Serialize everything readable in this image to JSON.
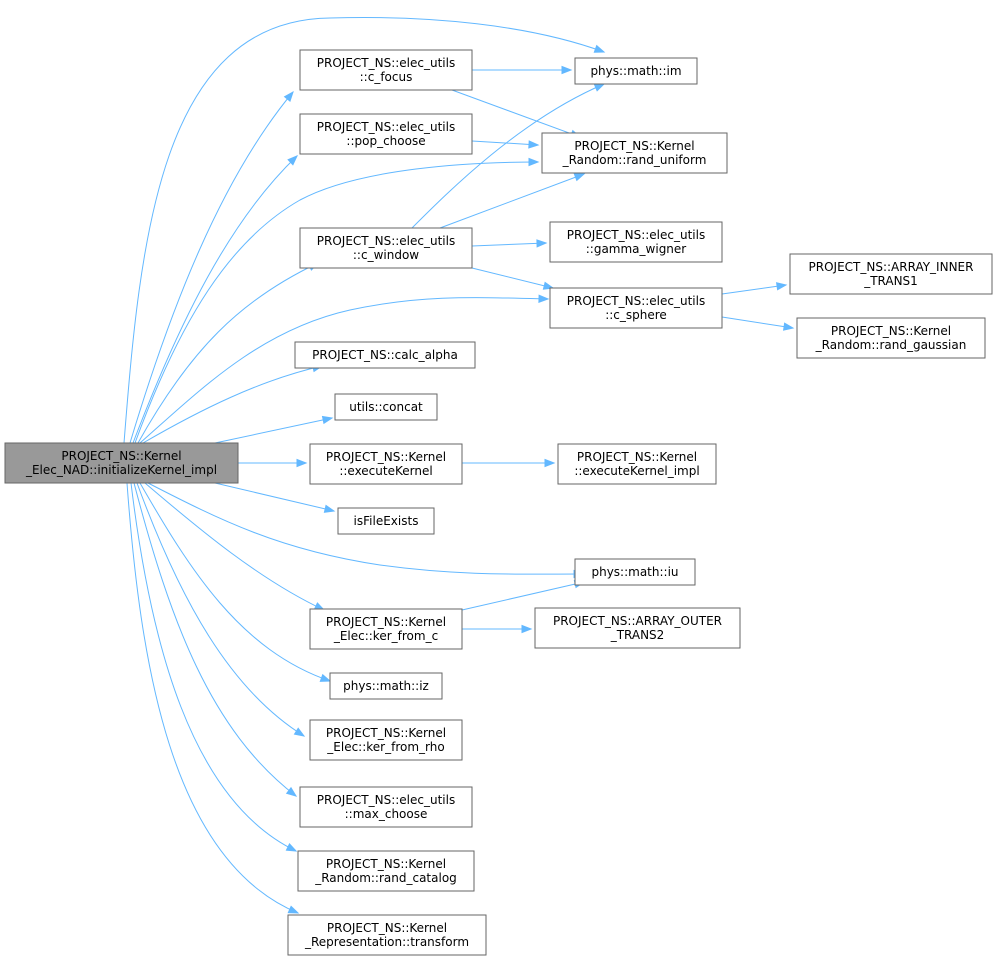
{
  "colors": {
    "edge": "#63b8ff",
    "node_border": "#666666",
    "root_fill": "#999999",
    "node_fill": "#ffffff"
  },
  "nodes": [
    {
      "id": "root",
      "lines": [
        "PROJECT_NS::Kernel",
        "_Elec_NAD::initializeKernel_impl"
      ],
      "root": true
    },
    {
      "id": "c_focus",
      "lines": [
        "PROJECT_NS::elec_utils",
        "::c_focus"
      ]
    },
    {
      "id": "pop_choose",
      "lines": [
        "PROJECT_NS::elec_utils",
        "::pop_choose"
      ]
    },
    {
      "id": "c_window",
      "lines": [
        "PROJECT_NS::elec_utils",
        "::c_window"
      ]
    },
    {
      "id": "calc_alpha",
      "lines": [
        "PROJECT_NS::calc_alpha"
      ]
    },
    {
      "id": "concat",
      "lines": [
        "utils::concat"
      ]
    },
    {
      "id": "executeKernel",
      "lines": [
        "PROJECT_NS::Kernel",
        "::executeKernel"
      ]
    },
    {
      "id": "isFileExists",
      "lines": [
        "isFileExists"
      ]
    },
    {
      "id": "ker_from_c",
      "lines": [
        "PROJECT_NS::Kernel",
        "_Elec::ker_from_c"
      ]
    },
    {
      "id": "iz",
      "lines": [
        "phys::math::iz"
      ]
    },
    {
      "id": "ker_from_rho",
      "lines": [
        "PROJECT_NS::Kernel",
        "_Elec::ker_from_rho"
      ]
    },
    {
      "id": "max_choose",
      "lines": [
        "PROJECT_NS::elec_utils",
        "::max_choose"
      ]
    },
    {
      "id": "rand_catalog",
      "lines": [
        "PROJECT_NS::Kernel",
        "_Random::rand_catalog"
      ]
    },
    {
      "id": "transform",
      "lines": [
        "PROJECT_NS::Kernel",
        "_Representation::transform"
      ]
    },
    {
      "id": "im",
      "lines": [
        "phys::math::im"
      ]
    },
    {
      "id": "rand_uniform",
      "lines": [
        "PROJECT_NS::Kernel",
        "_Random::rand_uniform"
      ]
    },
    {
      "id": "gamma_wigner",
      "lines": [
        "PROJECT_NS::elec_utils",
        "::gamma_wigner"
      ]
    },
    {
      "id": "c_sphere",
      "lines": [
        "PROJECT_NS::elec_utils",
        "::c_sphere"
      ]
    },
    {
      "id": "executeKernel_impl",
      "lines": [
        "PROJECT_NS::Kernel",
        "::executeKernel_impl"
      ]
    },
    {
      "id": "iu",
      "lines": [
        "phys::math::iu"
      ]
    },
    {
      "id": "array_outer",
      "lines": [
        "PROJECT_NS::ARRAY_OUTER",
        "_TRANS2"
      ]
    },
    {
      "id": "array_inner",
      "lines": [
        "PROJECT_NS::ARRAY_INNER",
        "_TRANS1"
      ]
    },
    {
      "id": "rand_gaussian",
      "lines": [
        "PROJECT_NS::Kernel",
        "_Random::rand_gaussian"
      ]
    }
  ],
  "edges": [
    [
      "root",
      "c_focus"
    ],
    [
      "root",
      "im"
    ],
    [
      "root",
      "pop_choose"
    ],
    [
      "root",
      "rand_uniform"
    ],
    [
      "root",
      "c_window"
    ],
    [
      "root",
      "c_sphere"
    ],
    [
      "root",
      "calc_alpha"
    ],
    [
      "root",
      "concat"
    ],
    [
      "root",
      "executeKernel"
    ],
    [
      "root",
      "isFileExists"
    ],
    [
      "root",
      "iu"
    ],
    [
      "root",
      "ker_from_c"
    ],
    [
      "root",
      "iz"
    ],
    [
      "root",
      "ker_from_rho"
    ],
    [
      "root",
      "max_choose"
    ],
    [
      "root",
      "rand_catalog"
    ],
    [
      "root",
      "transform"
    ],
    [
      "c_focus",
      "im"
    ],
    [
      "c_focus",
      "rand_uniform"
    ],
    [
      "pop_choose",
      "rand_uniform"
    ],
    [
      "c_window",
      "im"
    ],
    [
      "c_window",
      "rand_uniform"
    ],
    [
      "c_window",
      "gamma_wigner"
    ],
    [
      "c_window",
      "c_sphere"
    ],
    [
      "c_sphere",
      "array_inner"
    ],
    [
      "c_sphere",
      "rand_gaussian"
    ],
    [
      "executeKernel",
      "executeKernel_impl"
    ],
    [
      "ker_from_c",
      "iu"
    ],
    [
      "ker_from_c",
      "array_outer"
    ]
  ]
}
